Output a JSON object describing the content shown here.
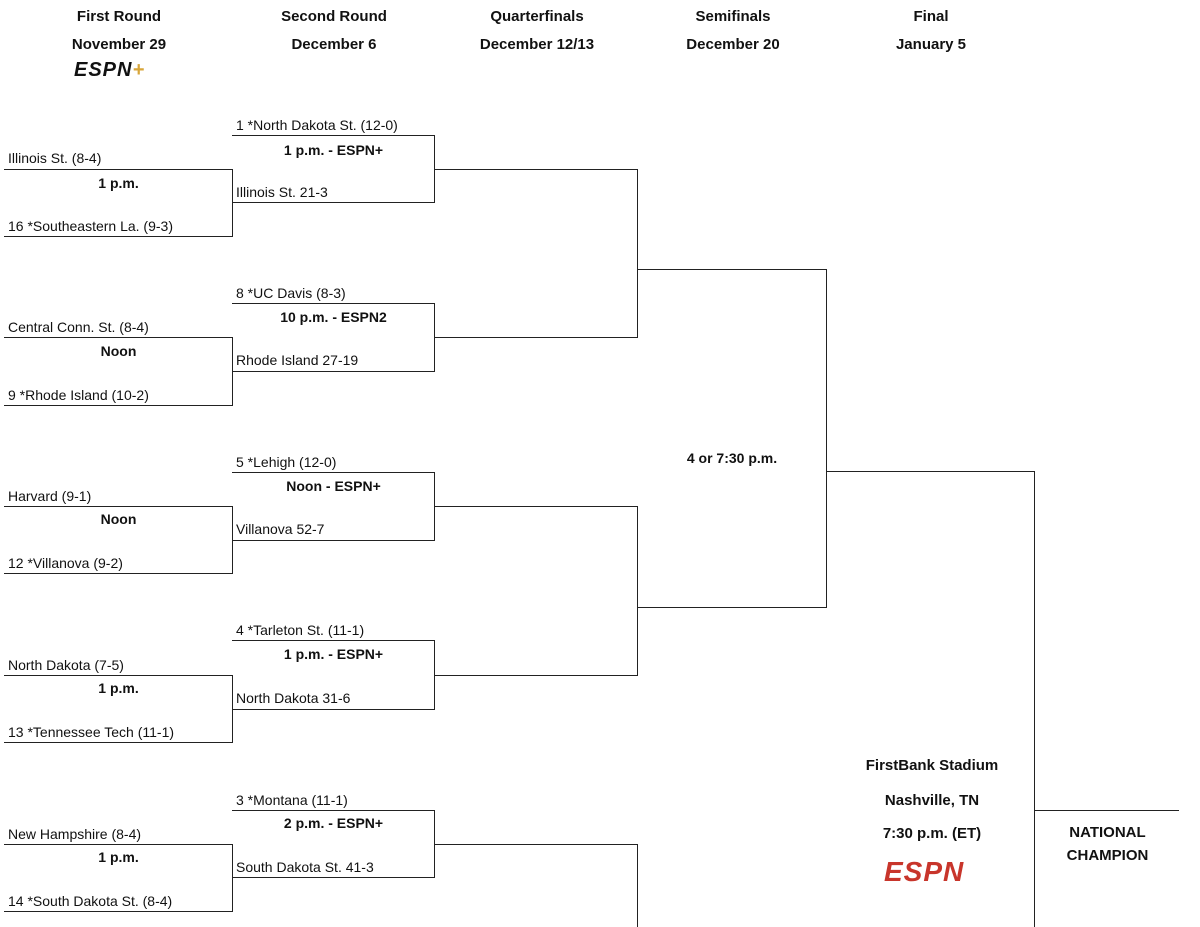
{
  "rounds": [
    {
      "name": "First Round",
      "date": "November 29"
    },
    {
      "name": "Second Round",
      "date": "December 6"
    },
    {
      "name": "Quarterfinals",
      "date": "December 12/13"
    },
    {
      "name": "Semifinals",
      "date": "December 20"
    },
    {
      "name": "Final",
      "date": "January 5"
    }
  ],
  "first_round_network": "ESPN+",
  "games": [
    {
      "seed_team": "1 *North Dakota St. (12-0)",
      "r2_time": "1 p.m. - ESPN+",
      "r2_result": "Illinois St. 21-3",
      "r1_top": "Illinois St. (8-4)",
      "r1_time": "1 p.m.",
      "r1_bottom": "16 *Southeastern La. (9-3)"
    },
    {
      "seed_team": "8 *UC Davis (8-3)",
      "r2_time": "10 p.m. - ESPN2",
      "r2_result": "Rhode Island 27-19",
      "r1_top": "Central Conn. St. (8-4)",
      "r1_time": "Noon",
      "r1_bottom": "9 *Rhode Island (10-2)"
    },
    {
      "seed_team": "5 *Lehigh (12-0)",
      "r2_time": "Noon - ESPN+",
      "r2_result": "Villanova 52-7",
      "r1_top": "Harvard (9-1)",
      "r1_time": "Noon",
      "r1_bottom": "12 *Villanova (9-2)"
    },
    {
      "seed_team": "4 *Tarleton St. (11-1)",
      "r2_time": "1 p.m. - ESPN+",
      "r2_result": "North Dakota 31-6",
      "r1_top": "North Dakota (7-5)",
      "r1_time": "1 p.m.",
      "r1_bottom": "13 *Tennessee Tech (11-1)"
    },
    {
      "seed_team": "3 *Montana (11-1)",
      "r2_time": "2 p.m. - ESPN+",
      "r2_result": "South Dakota St. 41-3",
      "r1_top": "New Hampshire (8-4)",
      "r1_time": "1 p.m.",
      "r1_bottom": "14 *South Dakota St. (8-4)"
    }
  ],
  "semifinal_time": "4 or 7:30 p.m.",
  "final": {
    "venue": "FirstBank Stadium",
    "city": "Nashville, TN",
    "time": "7:30 p.m. (ET)",
    "network": "ESPN"
  },
  "champion_label_1": "NATIONAL",
  "champion_label_2": "CHAMPION",
  "colors": {
    "espn_red": "#c8352b",
    "espn_plus_gold": "#d8a63a",
    "line": "#222222"
  }
}
